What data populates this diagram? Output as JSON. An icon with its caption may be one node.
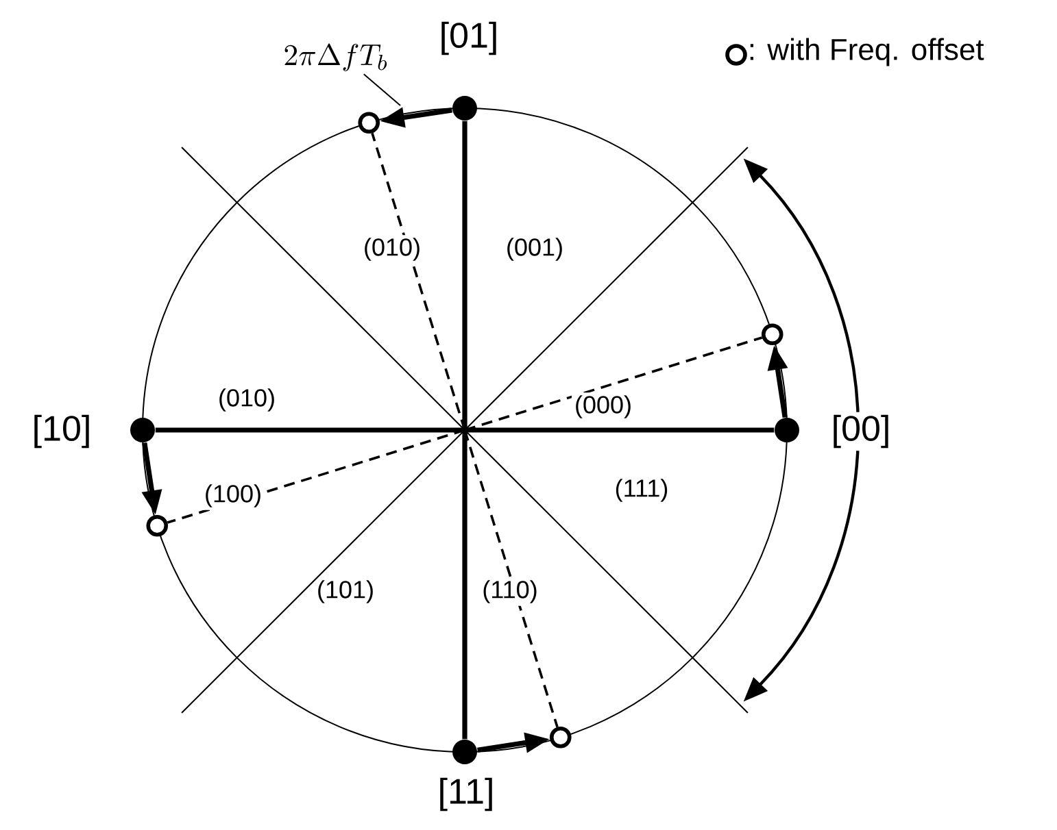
{
  "diagram": {
    "nodes": [
      {
        "text": [],
        "shape": "circle",
        "beside": [
          "[01]"
        ]
      },
      {
        "text": [],
        "shape": "circle"
      },
      {
        "text": [],
        "shape": "circle",
        "beside": [
          "[00]"
        ]
      },
      {
        "text": [],
        "shape": "circle"
      },
      {
        "text": [],
        "shape": "circle",
        "beside": [
          "[10]"
        ]
      },
      {
        "text": [],
        "shape": "circle"
      },
      {
        "text": [],
        "shape": "circle",
        "beside": [
          "[11]"
        ]
      },
      {
        "text": [],
        "shape": "circle"
      },
      {
        "text": [
          "2\\pi\\Delta fT_b"
        ]
      }
    ],
    "edges": [
      {
        "from": 4,
        "to": 2,
        "arrow": "none"
      },
      {
        "from": 0,
        "to": 6,
        "arrow": "none"
      },
      {
        "from": 0,
        "to": 1,
        "arrow": "to"
      },
      {
        "from": 2,
        "to": 3,
        "arrow": "to"
      },
      {
        "from": 4,
        "to": 5,
        "arrow": "to"
      },
      {
        "from": 6,
        "to": 7,
        "arrow": "to"
      },
      {
        "from": null,
        "to": 1,
        "arrow": "none",
        "style": "dashed",
        "label": "(010)"
      },
      {
        "from": null,
        "to": 3,
        "arrow": "none",
        "style": "dashed",
        "label": "(000)"
      },
      {
        "from": null,
        "to": 5,
        "arrow": "none",
        "style": "dashed",
        "label": "(100)"
      },
      {
        "from": null,
        "to": 7,
        "arrow": "none",
        "style": "dashed",
        "label": "(110)"
      },
      {
        "from": 8,
        "to": null,
        "arrow": "none"
      }
    ],
    "labels": [
      "(001)",
      "(010)",
      "(111)",
      "(101)"
    ],
    "legend": [
      {
        "text": ": with Freq. offset"
      }
    ]
  }
}
